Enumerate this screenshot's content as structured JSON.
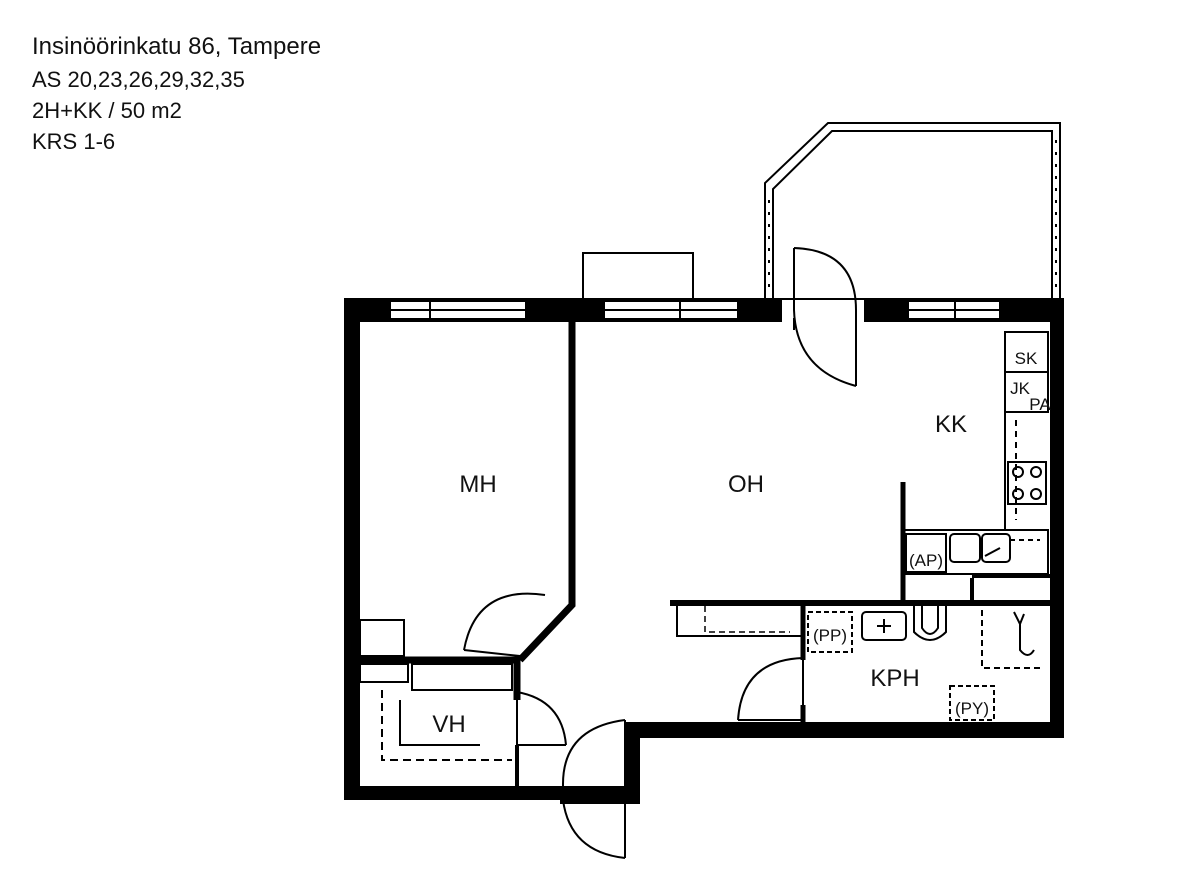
{
  "header": {
    "address": "Insinöörinkatu 86, Tampere",
    "apartments": "AS 20,23,26,29,32,35",
    "type_area": "2H+KK / 50 m2",
    "floors": "KRS 1-6"
  },
  "rooms": {
    "mh": "MH",
    "oh": "OH",
    "kk": "KK",
    "kph": "KPH",
    "vh": "VH"
  },
  "fixtures": {
    "sk": "SK",
    "jk": "JK",
    "pa": "PA",
    "ap": "(AP)",
    "pp": "(PP)",
    "py": "(PY)"
  }
}
